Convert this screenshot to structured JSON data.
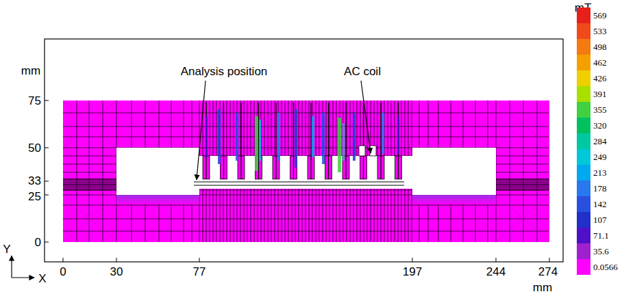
{
  "diagram": {
    "labels": [
      "mm",
      "75",
      "50",
      "33",
      "25",
      "0",
      "Analysis position",
      "AC coil",
      "0",
      "30",
      "77",
      "197",
      "244",
      "274",
      "mm",
      "Y",
      "X",
      "mT"
    ],
    "legend": [
      {
        "text": "569",
        "color": "#e8201a"
      },
      {
        "text": "533",
        "color": "#f04a1a"
      },
      {
        "text": "498",
        "color": "#f57a10"
      },
      {
        "text": "462",
        "color": "#f5a000"
      },
      {
        "text": "426",
        "color": "#f0d000"
      },
      {
        "text": "391",
        "color": "#a8e000"
      },
      {
        "text": "355",
        "color": "#40d040"
      },
      {
        "text": "320",
        "color": "#00c060"
      },
      {
        "text": "284",
        "color": "#00c8a0"
      },
      {
        "text": "249",
        "color": "#00c8d8"
      },
      {
        "text": "213",
        "color": "#00a8f0"
      },
      {
        "text": "178",
        "color": "#2878f0"
      },
      {
        "text": "142",
        "color": "#2850e0"
      },
      {
        "text": "107",
        "color": "#2030c8"
      },
      {
        "text": "71.1",
        "color": "#5010c8"
      },
      {
        "text": "35.6",
        "color": "#a020d0"
      },
      {
        "text": "0.0566",
        "color": "#ff00ff"
      }
    ]
  }
}
